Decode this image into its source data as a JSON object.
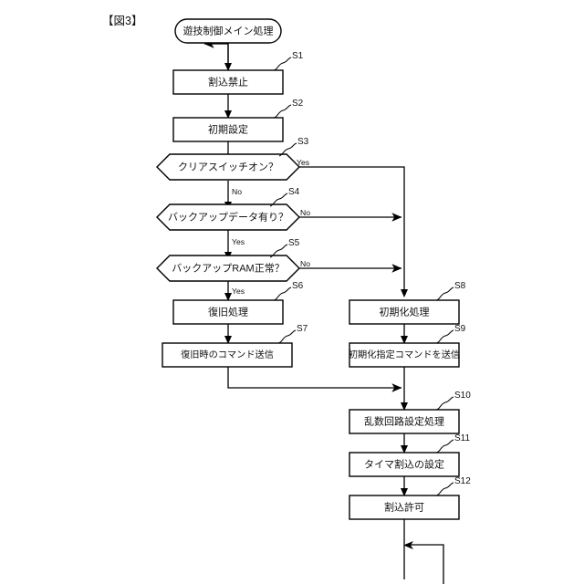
{
  "figure": {
    "label": "【図3】"
  },
  "diagram": {
    "type": "flowchart",
    "start": {
      "id": "start",
      "shape": "terminator",
      "text": "遊技制御メイン処理"
    },
    "nodes": [
      {
        "id": "S1",
        "step": "S1",
        "shape": "process",
        "text": "割込禁止"
      },
      {
        "id": "S2",
        "step": "S2",
        "shape": "process",
        "text": "初期設定"
      },
      {
        "id": "S3",
        "step": "S3",
        "shape": "decision",
        "text": "クリアスイッチオン？"
      },
      {
        "id": "S4",
        "step": "S4",
        "shape": "decision",
        "text": "バックアップデータ有り？"
      },
      {
        "id": "S5",
        "step": "S5",
        "shape": "decision",
        "text": "バックアップRAM正常？"
      },
      {
        "id": "S6",
        "step": "S6",
        "shape": "process",
        "text": "復旧処理"
      },
      {
        "id": "S7",
        "step": "S7",
        "shape": "process",
        "text": "復旧時のコマンド送信"
      },
      {
        "id": "S8",
        "step": "S8",
        "shape": "process",
        "text": "初期化処理"
      },
      {
        "id": "S9",
        "step": "S9",
        "shape": "process",
        "text": "初期化指定コマンドを送信"
      },
      {
        "id": "S10",
        "step": "S10",
        "shape": "process",
        "text": "乱数回路設定処理"
      },
      {
        "id": "S11",
        "step": "S11",
        "shape": "process",
        "text": "タイマ割込の設定"
      },
      {
        "id": "S12",
        "step": "S12",
        "shape": "process",
        "text": "割込許可"
      }
    ],
    "branch_labels": {
      "s3_yes": "Yes",
      "s3_no": "No",
      "s4_no": "No",
      "s4_yes": "Yes",
      "s5_no": "No",
      "s5_yes": "Yes"
    },
    "edges": [
      {
        "from": "start",
        "to": "S1",
        "label": ""
      },
      {
        "from": "S1",
        "to": "S2",
        "label": ""
      },
      {
        "from": "S2",
        "to": "S3",
        "label": ""
      },
      {
        "from": "S3",
        "to": "S4",
        "label": "No"
      },
      {
        "from": "S3",
        "to": "S8",
        "label": "Yes"
      },
      {
        "from": "S4",
        "to": "S5",
        "label": "Yes"
      },
      {
        "from": "S4",
        "to": "S8",
        "label": "No"
      },
      {
        "from": "S5",
        "to": "S6",
        "label": "Yes"
      },
      {
        "from": "S5",
        "to": "S8",
        "label": "No"
      },
      {
        "from": "S6",
        "to": "S7",
        "label": ""
      },
      {
        "from": "S7",
        "to": "S10",
        "label": ""
      },
      {
        "from": "S8",
        "to": "S9",
        "label": ""
      },
      {
        "from": "S9",
        "to": "S10",
        "label": ""
      },
      {
        "from": "S10",
        "to": "S11",
        "label": ""
      },
      {
        "from": "S11",
        "to": "S12",
        "label": ""
      },
      {
        "from": "S12",
        "to": "loop",
        "label": ""
      }
    ],
    "loop": {
      "id": "loop",
      "shape": "loop-back",
      "text": ""
    },
    "colors": {
      "stroke": "#000000",
      "fill": "#ffffff",
      "text": "#111111",
      "background": "#ffffff"
    }
  }
}
